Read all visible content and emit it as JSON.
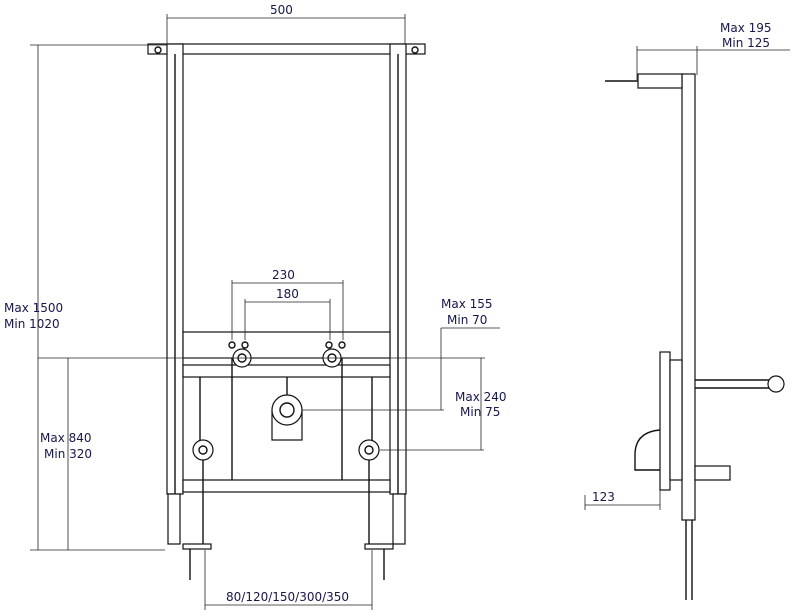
{
  "front_view": {
    "width": "500",
    "pipe_spacing_outer": "230",
    "pipe_spacing_inner": "180",
    "total_height": {
      "max": "Max 1500",
      "min": "Min 1020"
    },
    "connection_height": {
      "max": "Max 840",
      "min": "Min 320"
    },
    "drain_offset": {
      "max": "Max 155",
      "min": "Min 70"
    },
    "valve_offset": {
      "max": "Max 240",
      "min": "Min 75"
    },
    "foot_spacing": "80/120/150/300/350"
  },
  "side_view": {
    "depth": {
      "max": "Max 195",
      "min": "Min 125"
    },
    "offset": "123"
  },
  "colors": {
    "label": "#16164a",
    "line": "#111111"
  }
}
